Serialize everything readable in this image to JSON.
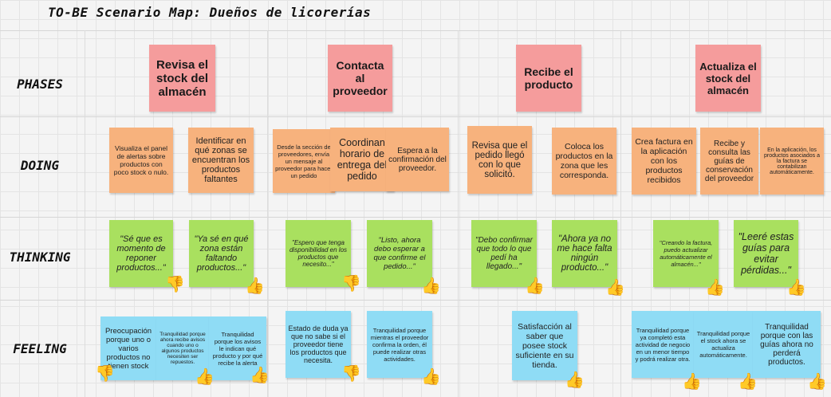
{
  "title": "TO-BE Scenario Map: Dueños de licorerías",
  "rows": {
    "phases": "PHASES",
    "doing": "DOING",
    "thinking": "THINKING",
    "feeling": "FEELING"
  },
  "phases": [
    "Revisa el stock del almacén",
    "Contacta al proveedor",
    "Recibe el producto",
    "Actualiza el stock del almacén"
  ],
  "doing": [
    "Visualiza el panel de alertas  sobre productos con poco stock o nulo.",
    "Identificar en qué zonas se encuentran los productos faltantes",
    "Desde la sección de proveedores, envía un mensaje al proveedor para hacer un pedido",
    "Coordinan horario de entrega del pedido",
    "Espera a la confirmación del proveedor.",
    "Revisa que el pedido llegó con lo que solicitó.",
    "Coloca los productos en la zona que les corresponda.",
    "Crea factura en la aplicación con los productos recibidos",
    "Recibe y consulta las guías de conservación del proveedor",
    "En la aplicación, los productos asociados a la factura se contabilizan automáticamente."
  ],
  "thinking": [
    "\"Sé que es momento de reponer productos...\"",
    "\"Ya sé en qué zona están faltando productos...\"",
    "\"Espero que tenga disponibilidad en los productos que necesito...\"",
    "\"Listo, ahora debo esperar a que confirme el pedido...\"",
    "\"Debo confirmar que todo lo que pedí ha llegado...\"",
    "\"Ahora ya no me hace falta ningún producto...\"",
    "\"Creando la factura, puedo actualizar automáticamente el almacén...\"",
    "\"Leeré estas guías para evitar pérdidas...\""
  ],
  "feeling": [
    "Preocupación porque uno o varios productos no tienen stock",
    "Tranquilidad porque ahora recibe avisos cuando uno o algunos productos necesiten ser repuestos.",
    "Tranquilidad porque los avisos le indican qué producto y por qué recibe la alerta",
    "Estado de duda ya que no sabe si el proveedor tiene los productos que necesita.",
    "Tranquilidad porque mientras el proveedor confirma la orden, él puede realizar otras actividades.",
    "Satisfacción al saber que posee stock suficiente en su tienda.",
    "Tranquilidad porque ya completó esta actividad de negocio en un menor tiempo y podrá realizar otra.",
    "Tranquilidad porque el stock ahora se actualiza automáticamente.",
    "Tranquilidad porque con las guías ahora no perderá productos."
  ],
  "icons": {
    "thumbs_up": "thumbs-up-icon",
    "thumbs_down": "thumbs-down-icon"
  },
  "colors": {
    "phase": "#f59c9c",
    "doing": "#f7b27d",
    "thinking": "#a9e05f",
    "feeling": "#8fdcf5",
    "thumb": "#f2b21d"
  }
}
